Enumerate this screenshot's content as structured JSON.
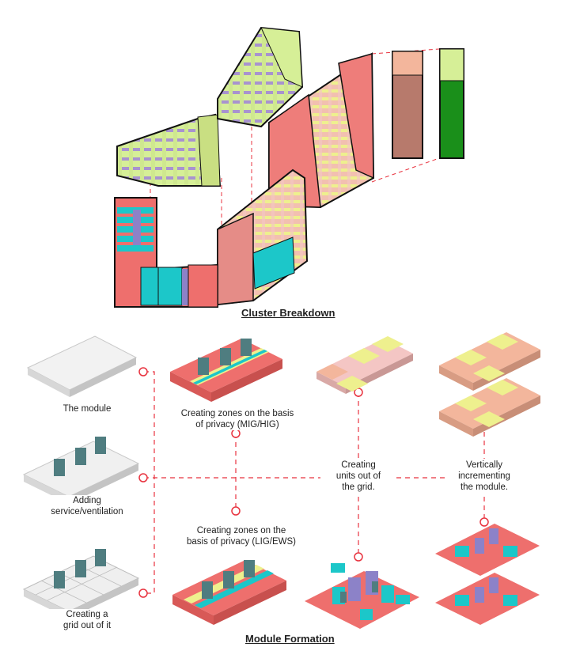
{
  "titles": {
    "cluster": "Cluster Breakdown",
    "module": "Module Formation"
  },
  "labels": {
    "the_module": "The module",
    "adding_service_1": "Adding",
    "adding_service_2": "service/ventilation",
    "creating_grid_1": "Creating a",
    "creating_grid_2": "grid out of it",
    "zones_mig_1": "Creating zones on the basis",
    "zones_mig_2": "of privacy (MIG/HIG)",
    "zones_lig_1": "Creating zones on the",
    "zones_lig_2": "basis of privacy (LIG/EWS)",
    "units_1": "Creating",
    "units_2": "units out of",
    "units_3": "the grid.",
    "vert_1": "Vertically",
    "vert_2": "incrementing",
    "vert_3": "the module."
  },
  "colors": {
    "coral": "#ee6f6d",
    "salmon": "#f19a89",
    "peach": "#f3b69c",
    "pink": "#f4c6c4",
    "yellow": "#eef08e",
    "lime": "#d6ef97",
    "cyan": "#1cc7c9",
    "teal": "#4f7d80",
    "purple": "#8c82c8",
    "green": "#1a8f1a",
    "brown": "#b77a6c",
    "grey": "#e4e4e4",
    "accent": "#e8333f"
  }
}
